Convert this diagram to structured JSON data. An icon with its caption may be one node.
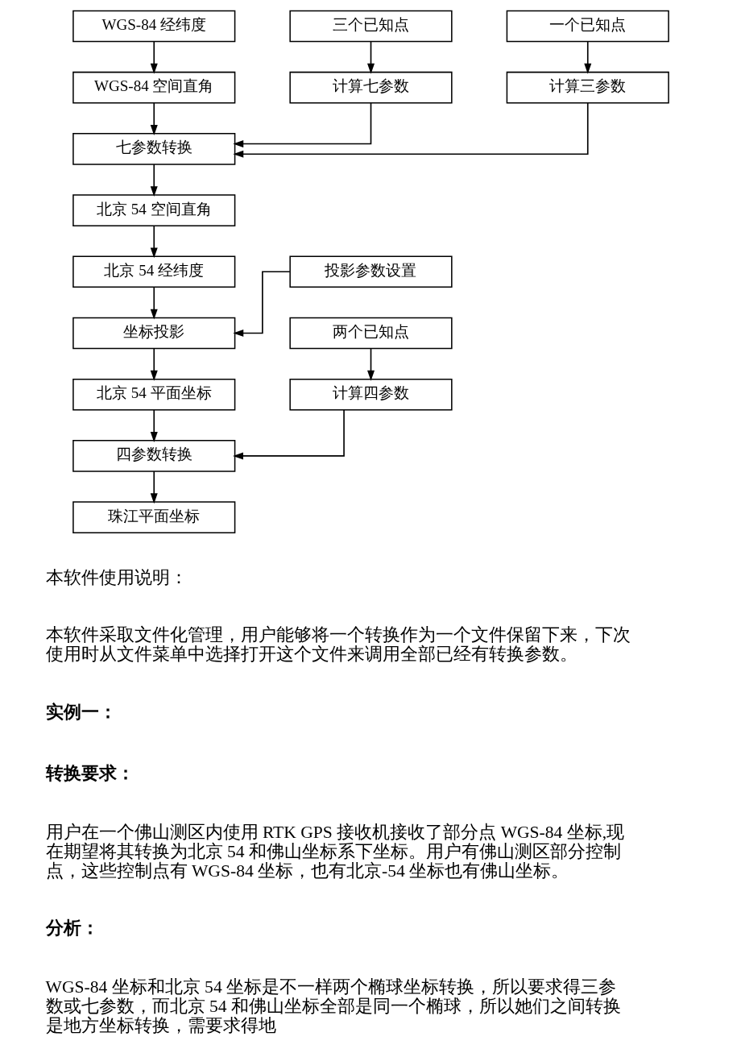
{
  "diagram": {
    "nodes": [
      {
        "text": [
          "WGS-84 经纬度"
        ]
      },
      {
        "text": [
          "三个已知点"
        ]
      },
      {
        "text": [
          "一个已知点"
        ]
      },
      {
        "text": [
          "WGS-84 空间直角"
        ]
      },
      {
        "text": [
          "计算七参数"
        ]
      },
      {
        "text": [
          "计算三参数"
        ]
      },
      {
        "text": [
          "七参数转换"
        ]
      },
      {
        "text": [
          "北京 54 空间直角"
        ]
      },
      {
        "text": [
          "北京 54 经纬度"
        ]
      },
      {
        "text": [
          "投影参数设置"
        ]
      },
      {
        "text": [
          "坐标投影"
        ]
      },
      {
        "text": [
          "两个已知点"
        ]
      },
      {
        "text": [
          "北京 54 平面坐标"
        ]
      },
      {
        "text": [
          "计算四参数"
        ]
      },
      {
        "text": [
          "四参数转换"
        ]
      },
      {
        "text": [
          "珠江平面坐标"
        ]
      }
    ],
    "edges": [
      {
        "from": 0,
        "to": 3,
        "arrow": "to"
      },
      {
        "from": 1,
        "to": 4,
        "arrow": "to"
      },
      {
        "from": 2,
        "to": 5,
        "arrow": "to"
      },
      {
        "from": 3,
        "to": 6,
        "arrow": "to"
      },
      {
        "from": 4,
        "to": 6,
        "arrow": "to"
      },
      {
        "from": 5,
        "to": 6,
        "arrow": "to"
      },
      {
        "from": 6,
        "to": 7,
        "arrow": "to"
      },
      {
        "from": 7,
        "to": 8,
        "arrow": "to"
      },
      {
        "from": 8,
        "to": 10,
        "arrow": "to"
      },
      {
        "from": 9,
        "to": 10,
        "arrow": "to"
      },
      {
        "from": 10,
        "to": 12,
        "arrow": "to"
      },
      {
        "from": 11,
        "to": 13,
        "arrow": "to"
      },
      {
        "from": 12,
        "to": 14,
        "arrow": "to"
      },
      {
        "from": 13,
        "to": 14,
        "arrow": "to"
      },
      {
        "from": 14,
        "to": 15,
        "arrow": "to"
      }
    ],
    "labels": [
      "本软件使用说明：",
      "本软件采取文件化管理，用户能够将一个转换作为一个文件保留下来，下次使用时从文件菜单中选择打开这个文件来调用全部已经有转换参数。",
      "实例一：",
      "转换要求：",
      "用户在一个佛山测区内使用 RTK GPS 接收机接收了部分点 WGS-84 坐标,现在期望将其转换为北京 54 和佛山坐标系下坐标。用户有佛山测区部分控制点，这些控制点有 WGS-84 坐标，也有北京-54 坐标也有佛山坐标。",
      "分析：",
      "WGS-84 坐标和北京 54 坐标是不一样两个椭球坐标转换，所以要求得三参数或七参数，而北京 54 和佛山坐标全部是同一个椭球，所以她们之间转换是地方坐标转换，需要求得地"
    ]
  }
}
